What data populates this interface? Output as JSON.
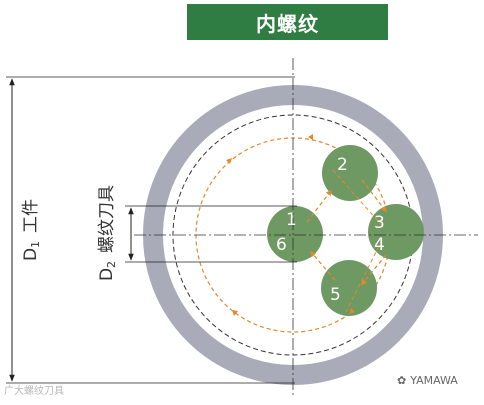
{
  "title": "内螺纹",
  "labels": {
    "d1_symbol": "D",
    "d1_sub": "1",
    "d1_text": "工件",
    "d2_symbol": "D",
    "d2_sub": "2",
    "d2_text": "螺纹刀具"
  },
  "positions": [
    "1",
    "2",
    "3",
    "4",
    "5",
    "6"
  ],
  "watermark_left": "广大螺纹刀具",
  "watermark_right": "YAMAWA",
  "colors": {
    "title_bg": "#2f7d42",
    "workpiece_ring": "#a9abb8",
    "tool": "#6f9963",
    "path": "#e08a2c",
    "dim_line": "#222222"
  }
}
